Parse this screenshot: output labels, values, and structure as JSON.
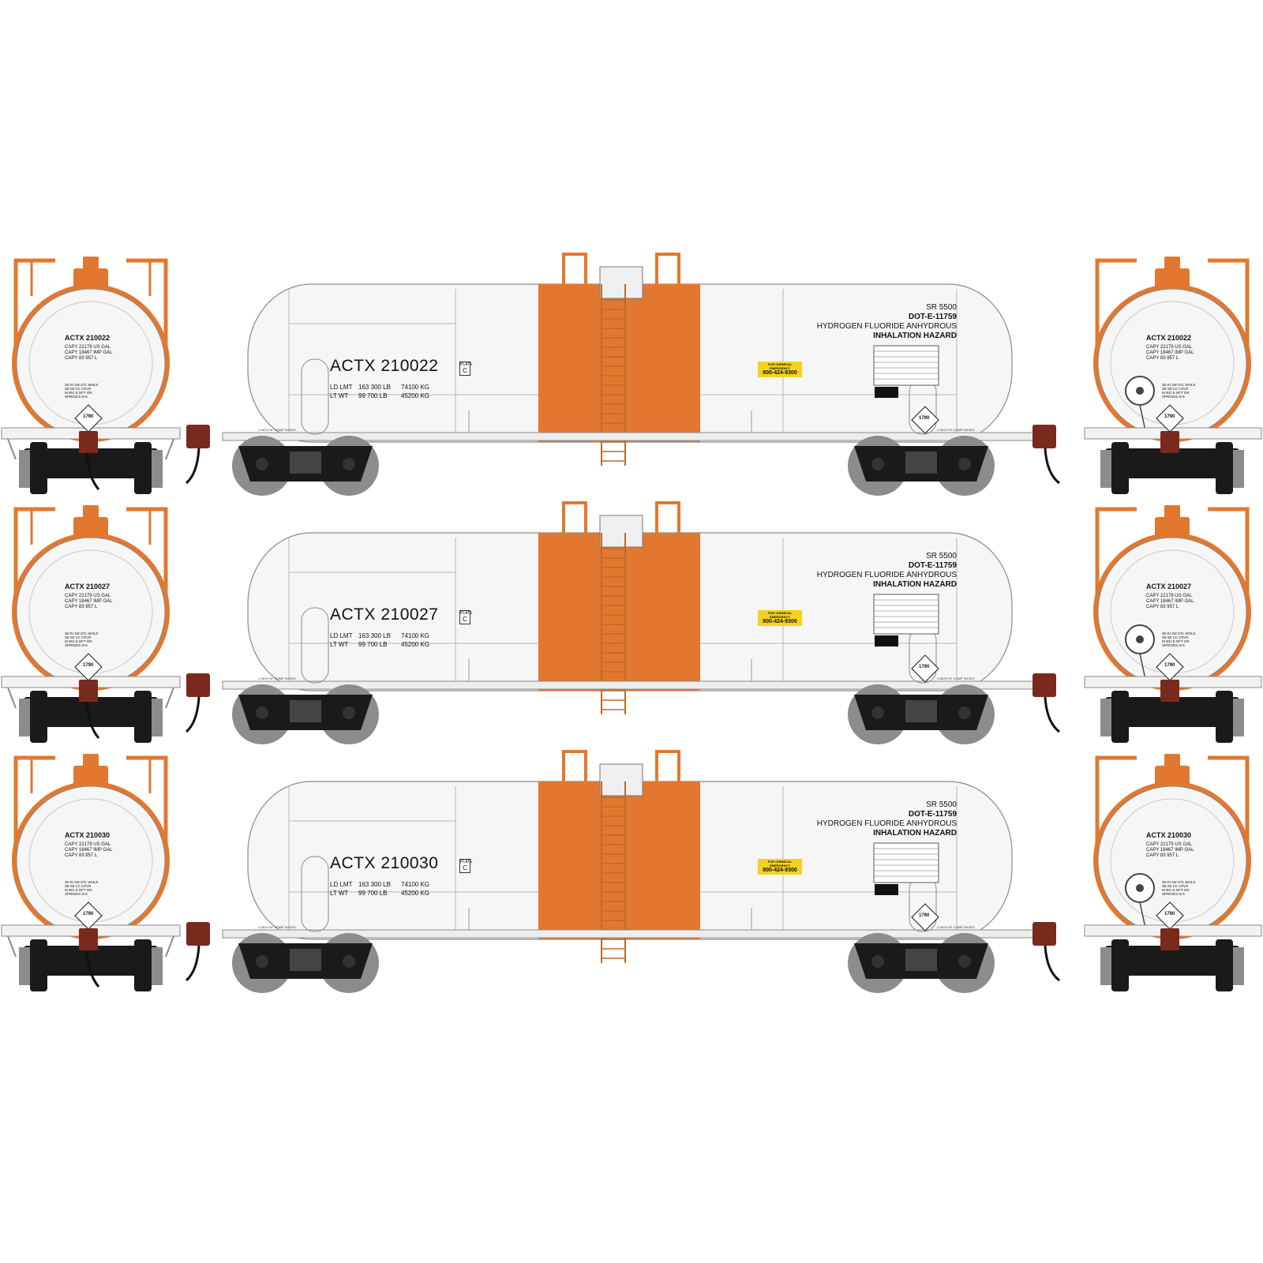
{
  "colors": {
    "tank_body": "#f6f6f6",
    "outline": "#8a8a8a",
    "orange_band": "#e2782f",
    "trucks": "#1a1a1a",
    "wheels": "#8c8c8c",
    "coupler": "#7a2a1c",
    "emergency_label": "#f4d21f"
  },
  "cars": [
    {
      "reporting_mark": "ACTX 210022",
      "ld_lmt": "LD LMT",
      "lt_wt": "LT WT",
      "ld_lmt_lb": "163 300 LB",
      "ld_lmt_kg": "74100  KG",
      "lt_wt_lb": "99 700 LB",
      "lt_wt_kg": "45200  KG",
      "plate_label": "PLATE",
      "plate_letter": "C",
      "sr": "SR 5500",
      "dot": "DOT-E-11759",
      "commodity": "HYDROGEN FLUORIDE ANHYDROUS",
      "hazard": "INHALATION HAZARD",
      "emergency_top": "FOR CHEMICAL EMERGENCY",
      "emergency_phone": "800-424-9300",
      "placard_number": "1790",
      "comp_shoes": "2 INCH HF COMP SHOES",
      "end_capy_us": "CAPY  22179  US GAL",
      "end_capy_imp": "CAPY  18467  IMP GAL",
      "end_capy_l": "CAPY  83 957  L",
      "end_line1": "36 IN 1W STL WHLS",
      "end_line2": "SE 60 CC CPLR",
      "end_line3": "M 901 E DFT GR",
      "end_line4": "SPRINGS D-5"
    },
    {
      "reporting_mark": "ACTX 210027",
      "ld_lmt": "LD LMT",
      "lt_wt": "LT WT",
      "ld_lmt_lb": "163 300 LB",
      "ld_lmt_kg": "74100  KG",
      "lt_wt_lb": "99 700 LB",
      "lt_wt_kg": "45200  KG",
      "plate_label": "PLATE",
      "plate_letter": "C",
      "sr": "SR 5500",
      "dot": "DOT-E-11759",
      "commodity": "HYDROGEN FLUORIDE ANHYDROUS",
      "hazard": "INHALATION HAZARD",
      "emergency_top": "FOR CHEMICAL EMERGENCY",
      "emergency_phone": "800-424-9300",
      "placard_number": "1790",
      "comp_shoes": "2 INCH HF COMP SHOES",
      "end_capy_us": "CAPY  22179  US GAL",
      "end_capy_imp": "CAPY  18467  IMP GAL",
      "end_capy_l": "CAPY  83 957  L",
      "end_line1": "36 IN 1W STL WHLS",
      "end_line2": "SE 60 CC CPLR",
      "end_line3": "M 901 E DFT GR",
      "end_line4": "SPRINGS D-5"
    },
    {
      "reporting_mark": "ACTX 210030",
      "ld_lmt": "LD LMT",
      "lt_wt": "LT WT",
      "ld_lmt_lb": "163 300 LB",
      "ld_lmt_kg": "74100  KG",
      "lt_wt_lb": "99 700 LB",
      "lt_wt_kg": "45200  KG",
      "plate_label": "PLATE",
      "plate_letter": "C",
      "sr": "SR 5500",
      "dot": "DOT-E-11759",
      "commodity": "HYDROGEN FLUORIDE ANHYDROUS",
      "hazard": "INHALATION HAZARD",
      "emergency_top": "FOR CHEMICAL EMERGENCY",
      "emergency_phone": "800-424-9300",
      "placard_number": "1790",
      "comp_shoes": "2 INCH HF COMP SHOES",
      "end_capy_us": "CAPY  22179  US GAL",
      "end_capy_imp": "CAPY  18467  IMP GAL",
      "end_capy_l": "CAPY  83 957  L",
      "end_line1": "36 IN 1W STL WHLS",
      "end_line2": "SE 60 CC CPLR",
      "end_line3": "M 901 E DFT GR",
      "end_line4": "SPRINGS D-5"
    }
  ]
}
